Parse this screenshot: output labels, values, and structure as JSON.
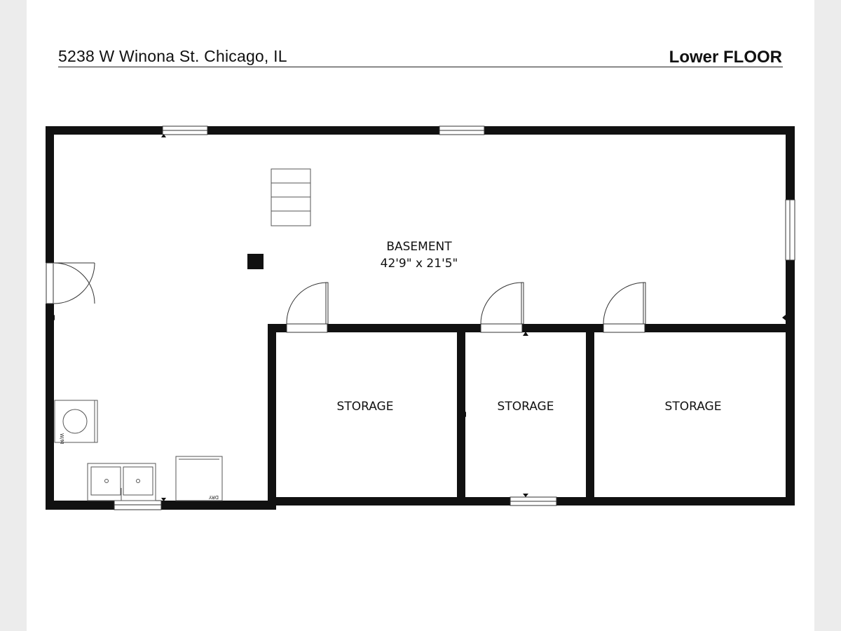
{
  "header": {
    "address": "5238 W Winona St. Chicago, IL",
    "floor_label": "Lower FLOOR"
  },
  "rooms": {
    "basement": {
      "name": "BASEMENT",
      "dimensions": "42'9\" x 21'5\""
    },
    "storage_1": {
      "name": "STORAGE"
    },
    "storage_2": {
      "name": "STORAGE"
    },
    "storage_3": {
      "name": "STORAGE"
    }
  },
  "appliances": {
    "washer_label": "W/M",
    "dryer_label": "DRY"
  }
}
